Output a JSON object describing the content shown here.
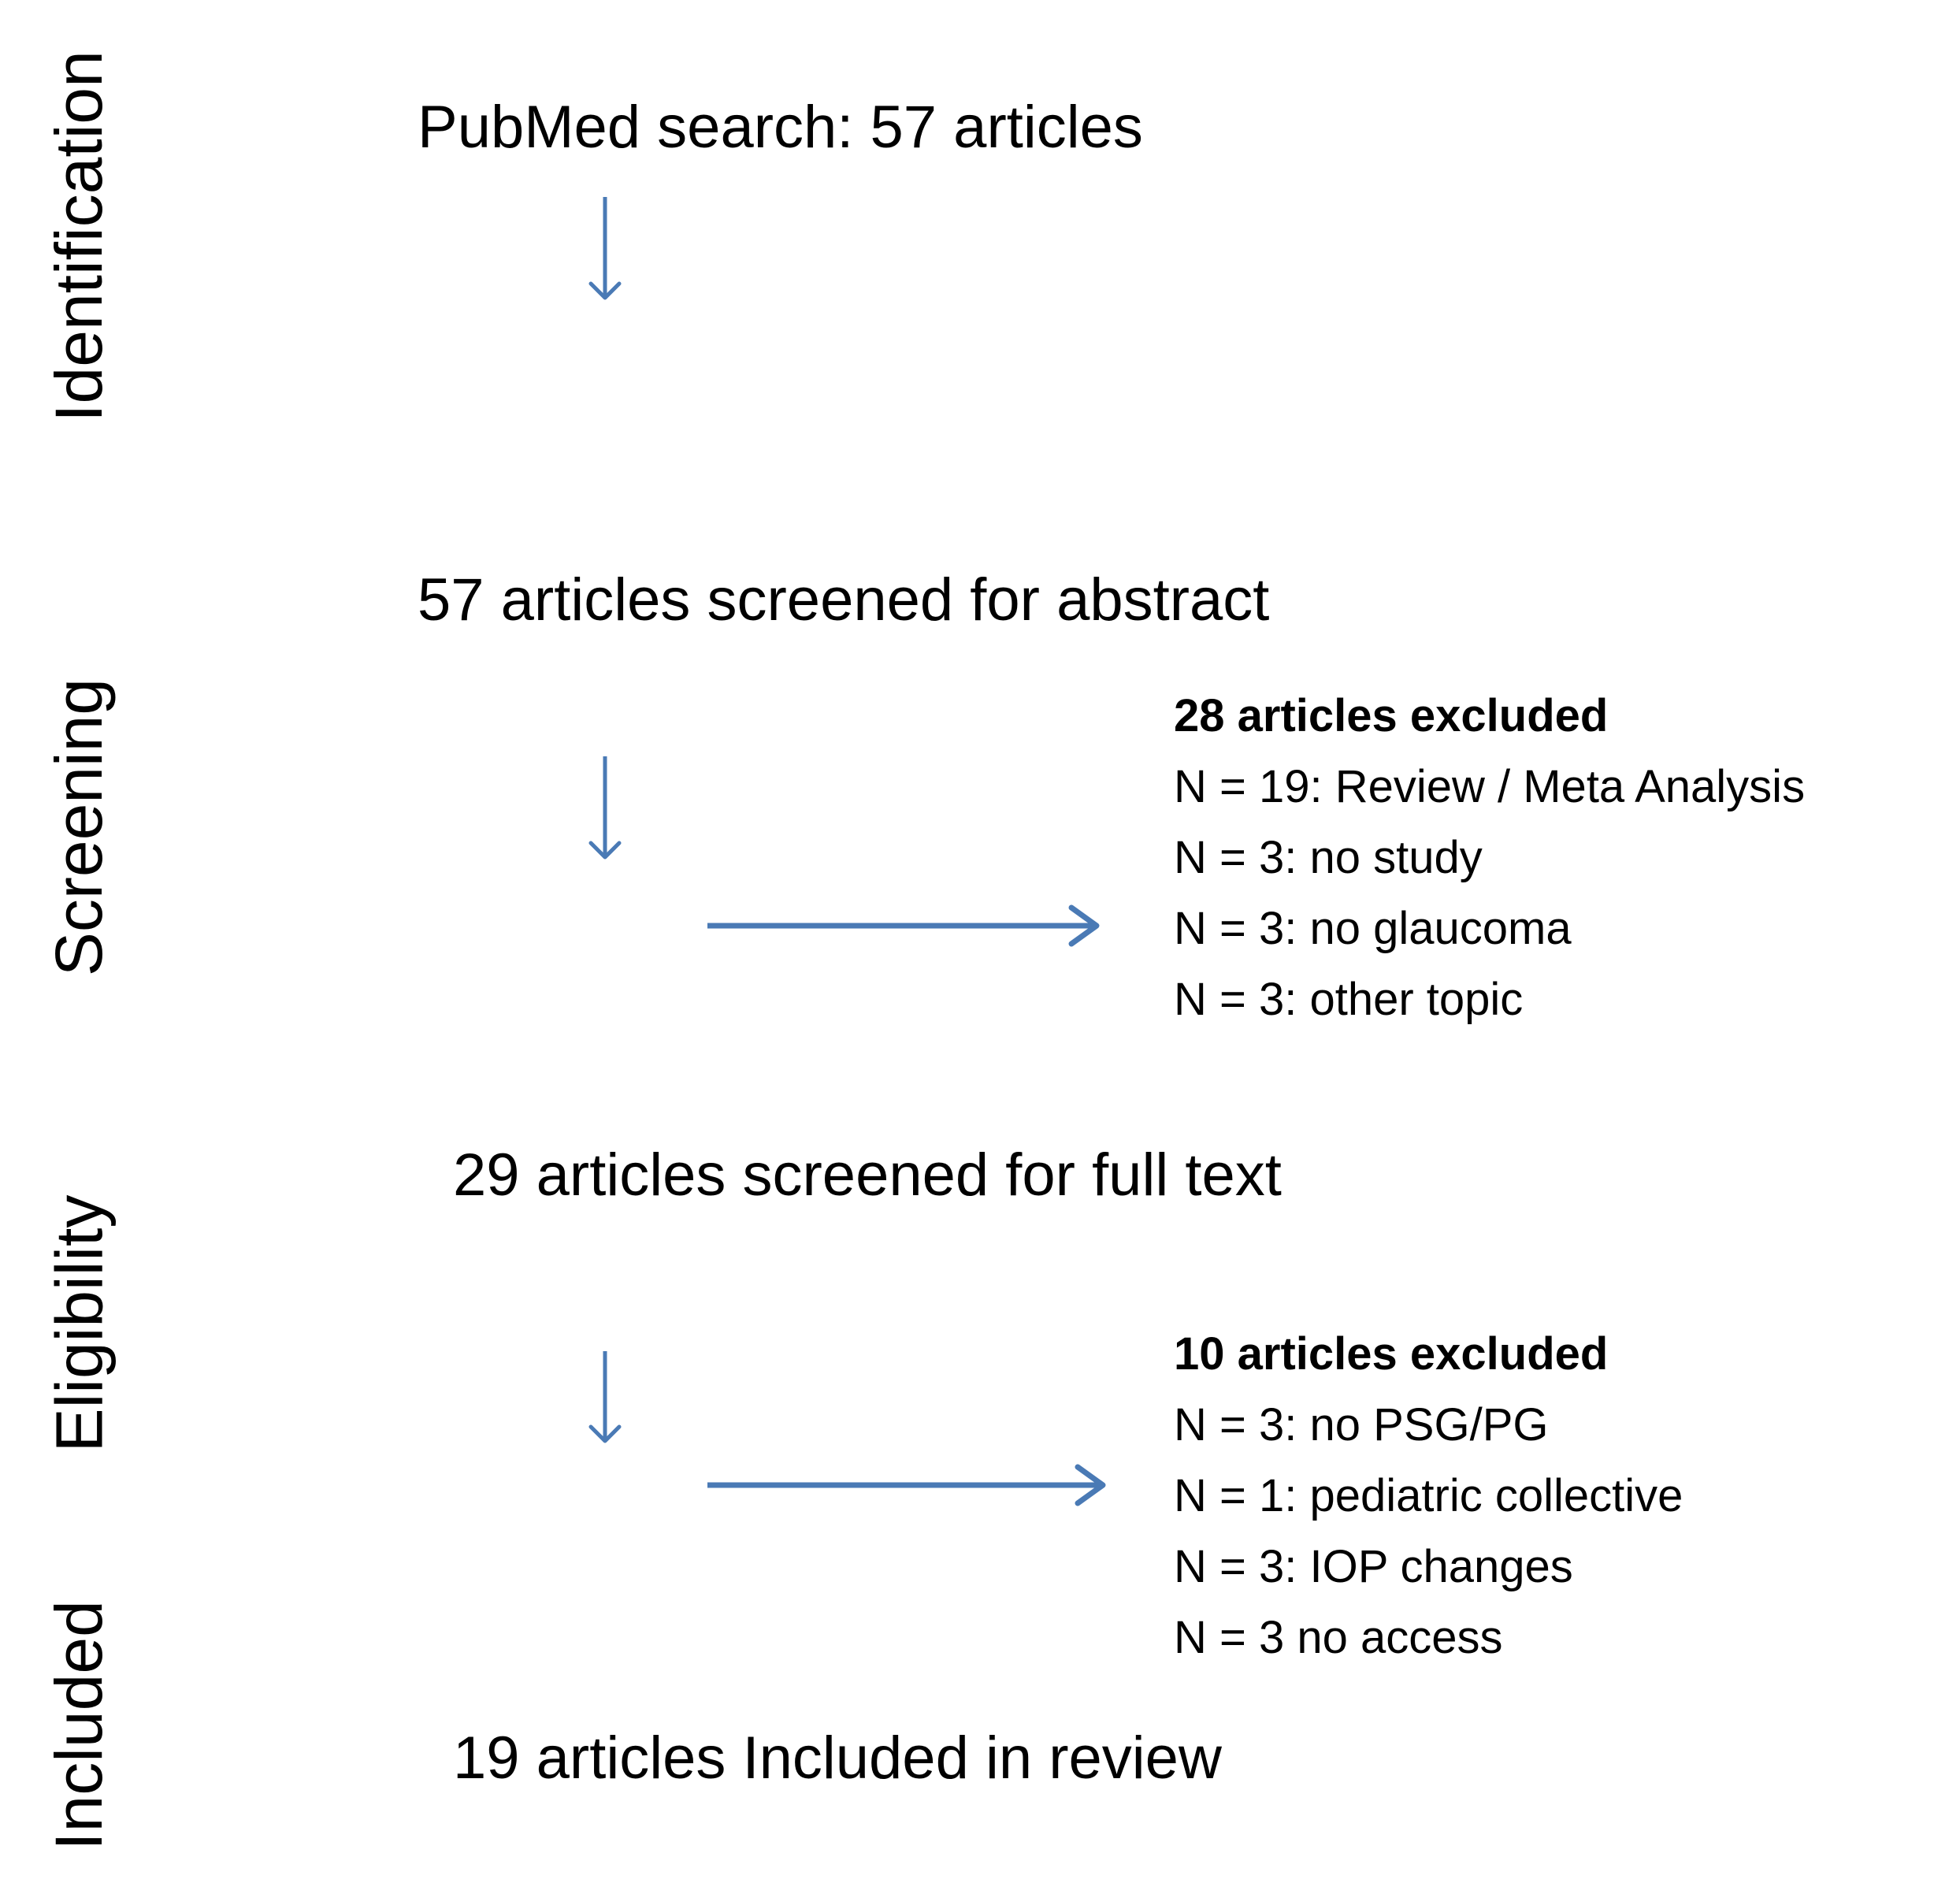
{
  "diagram": {
    "type": "prisma-flow-diagram",
    "accent_color": "#4a7ab5",
    "text_color": "#000000",
    "background_color": "#ffffff"
  },
  "stages": [
    {
      "key": "identification",
      "label": "Identification"
    },
    {
      "key": "screening",
      "label": "Screening"
    },
    {
      "key": "eligibility",
      "label": "Eligibility"
    },
    {
      "key": "included",
      "label": "Included"
    }
  ],
  "flow": {
    "identification": {
      "text": "PubMed search: 57 articles",
      "count": 57
    },
    "screened_abstract": {
      "text": "57 articles screened for abstract",
      "count": 57
    },
    "screened_fulltext": {
      "text": "29  articles screened for full text",
      "count": 29
    },
    "included_review": {
      "text": "19  articles Included in review",
      "count": 19
    }
  },
  "exclusions": [
    {
      "key": "abstract",
      "title": "28 articles excluded",
      "count": 28,
      "reasons": [
        {
          "text": "N = 19: Review / Meta Analysis",
          "n": 19,
          "reason": "Review / Meta Analysis"
        },
        {
          "text": "N = 3: no study",
          "n": 3,
          "reason": "no study"
        },
        {
          "text": "N = 3: no glaucoma",
          "n": 3,
          "reason": "no glaucoma"
        },
        {
          "text": "N = 3: other topic",
          "n": 3,
          "reason": "other topic"
        }
      ]
    },
    {
      "key": "fulltext",
      "title": "10 articles excluded",
      "count": 10,
      "reasons": [
        {
          "text": "N = 3: no PSG/PG",
          "n": 3,
          "reason": "no PSG/PG"
        },
        {
          "text": "N = 1: pediatric collective",
          "n": 1,
          "reason": "pediatric collective"
        },
        {
          "text": "N = 3: IOP changes",
          "n": 3,
          "reason": "IOP changes"
        },
        {
          "text": "N = 3 no access",
          "n": 3,
          "reason": "no access"
        }
      ]
    }
  ],
  "arrows": [
    {
      "key": "identification-to-screening",
      "direction": "down",
      "icon": "arrow-down-icon"
    },
    {
      "key": "screening-to-eligibility",
      "direction": "down",
      "icon": "arrow-down-icon"
    },
    {
      "key": "eligibility-to-included",
      "direction": "down",
      "icon": "arrow-down-icon"
    },
    {
      "key": "exclude-abstract",
      "direction": "right",
      "icon": "arrow-right-icon"
    },
    {
      "key": "exclude-fulltext",
      "direction": "right",
      "icon": "arrow-right-icon"
    }
  ]
}
